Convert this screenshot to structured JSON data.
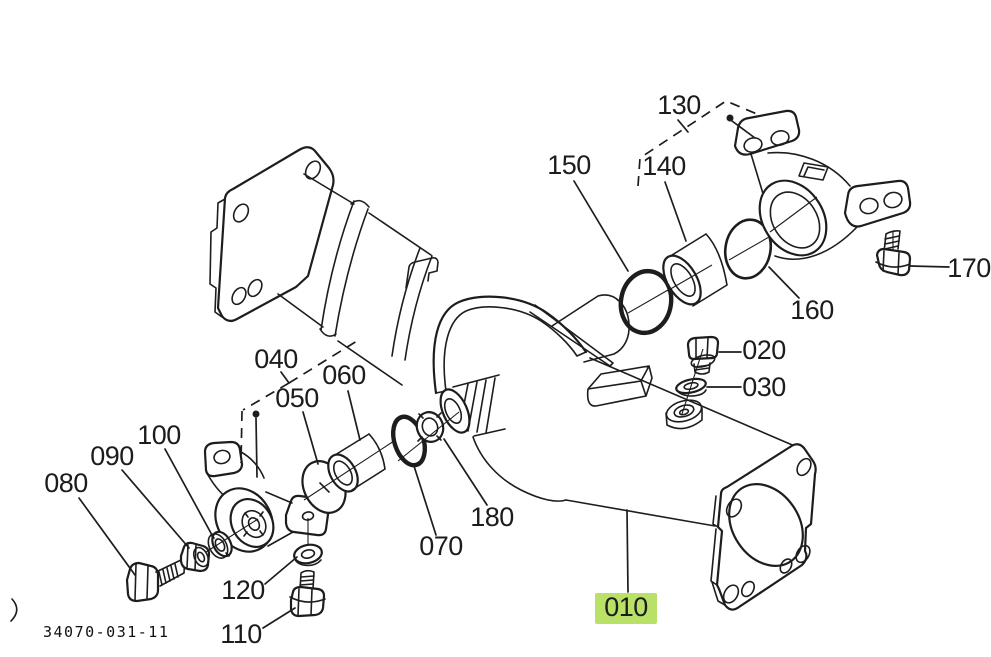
{
  "diagram": {
    "drawing_code": "34070-031-11",
    "highlight_color": "#b9e168",
    "line_color": "#1d1d1d",
    "background": "#ffffff",
    "callouts": [
      {
        "id": "010",
        "text": "010",
        "highlighted": true
      },
      {
        "id": "020",
        "text": "020",
        "highlighted": false
      },
      {
        "id": "030",
        "text": "030",
        "highlighted": false
      },
      {
        "id": "040",
        "text": "040",
        "highlighted": false
      },
      {
        "id": "050",
        "text": "050",
        "highlighted": false
      },
      {
        "id": "060",
        "text": "060",
        "highlighted": false
      },
      {
        "id": "070",
        "text": "070",
        "highlighted": false
      },
      {
        "id": "080",
        "text": "080",
        "highlighted": false
      },
      {
        "id": "090",
        "text": "090",
        "highlighted": false
      },
      {
        "id": "100",
        "text": "100",
        "highlighted": false
      },
      {
        "id": "110",
        "text": "110",
        "highlighted": false
      },
      {
        "id": "120",
        "text": "120",
        "highlighted": false
      },
      {
        "id": "130",
        "text": "130",
        "highlighted": false
      },
      {
        "id": "140",
        "text": "140",
        "highlighted": false
      },
      {
        "id": "150",
        "text": "150",
        "highlighted": false
      },
      {
        "id": "160",
        "text": "160",
        "highlighted": false
      },
      {
        "id": "170",
        "text": "170",
        "highlighted": false
      },
      {
        "id": "180",
        "text": "180",
        "highlighted": false
      }
    ]
  }
}
